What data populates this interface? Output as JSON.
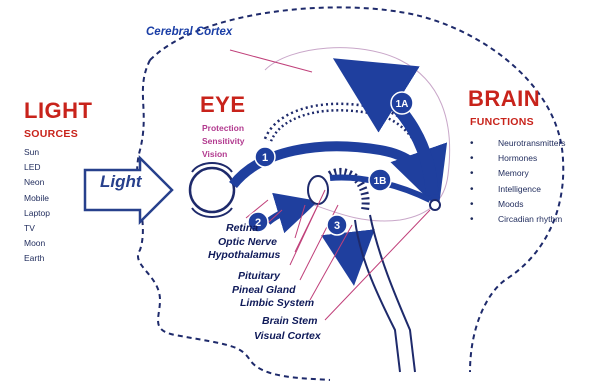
{
  "light": {
    "title": "LIGHT",
    "subtitle": "SOURCES",
    "sources": [
      "Sun",
      "LED",
      "Neon",
      "Mobile",
      "Laptop",
      "TV",
      "Moon",
      "Earth"
    ],
    "arrow_label": "Light"
  },
  "eye": {
    "title": "EYE",
    "functions": [
      "Protection",
      "Sensitivity",
      "Vision"
    ]
  },
  "brain": {
    "title": "BRAIN",
    "subtitle": "FUNCTIONS",
    "functions": [
      "Neurotransmitters",
      "Hormones",
      "Memory",
      "Intelligence",
      "Moods",
      "Circadian rhythm"
    ]
  },
  "cerebral_cortex": "Cerebral Cortex",
  "parts": [
    "Retina",
    "Optic Nerve",
    "Hypothalamus",
    "Pituitary",
    "Pineal Gland",
    "Limbic System",
    "Brain Stem",
    "Visual Cortex"
  ],
  "pathways": [
    "1",
    "1A",
    "1B",
    "2",
    "3"
  ],
  "colors": {
    "heading_red": "#c8231b",
    "pathway_blue": "#1f3f9e",
    "outline_navy": "#1e2a6b",
    "label_magenta": "#b23a8f",
    "leader_pink": "#c0407a"
  }
}
